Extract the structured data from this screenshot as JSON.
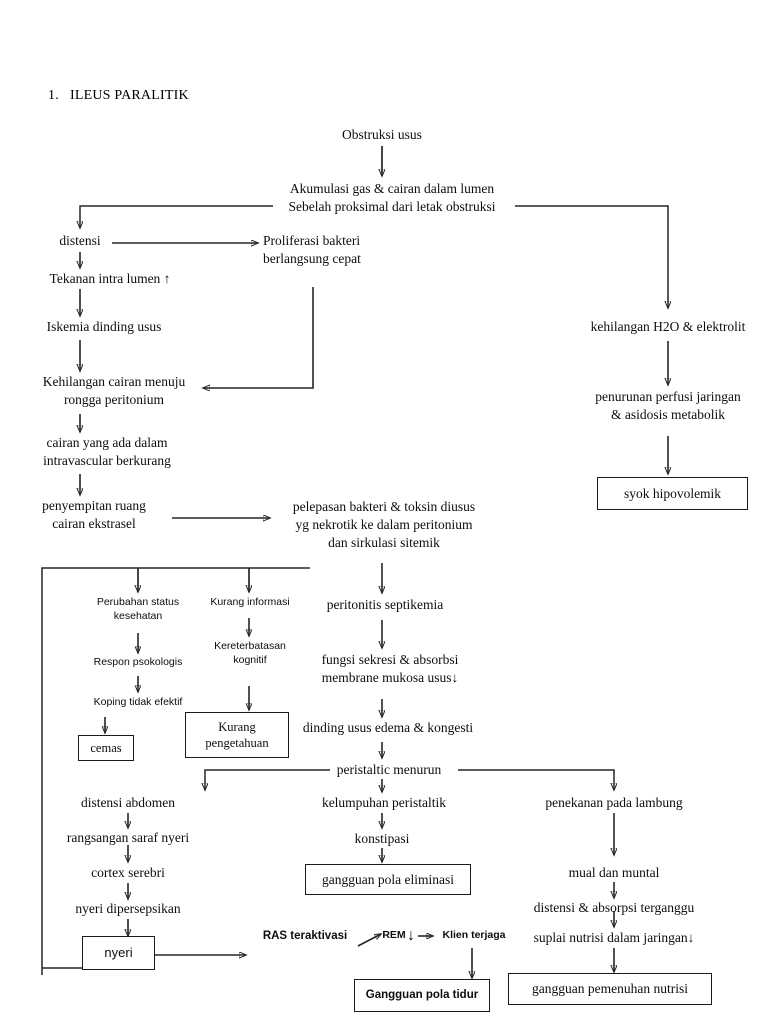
{
  "document": {
    "heading_number": "1.",
    "heading_title": "ILEUS PARALITIK"
  },
  "diagram": {
    "type": "flowchart",
    "title": "ILEUS PARALITIK",
    "nodes": {
      "obstruksi_usus": "Obstruksi usus",
      "akumulasi_gas": "Akumulasi gas & cairan dalam lumen\nSebelah proksimal dari letak obstruksi",
      "distensi": "distensi",
      "proliferasi_bakteri": "Proliferasi bakteri\nberlangsung cepat",
      "tekanan_intra_lumen": "Tekanan intra lumen ↑",
      "iskemia_dinding_usus": "Iskemia dinding usus",
      "kehilangan_cairan": "Kehilangan cairan menuju\nrongga peritonium",
      "cairan_intravascular": "cairan yang ada dalam\nintravascular berkurang",
      "penyempitan_ruang": "penyempitan ruang\ncairan ekstrasel",
      "kehilangan_h2o": "kehilangan H2O & elektrolit",
      "penurunan_perfusi": "penurunan perfusi jaringan\n& asidosis metabolik",
      "syok_hipovolemik": "syok hipovolemik",
      "pelepasan_bakteri": "pelepasan bakteri & toksin diusus\nyg nekrotik ke dalam peritonium\ndan sirkulasi sitemik",
      "peritonitis_septikemia": "peritonitis septikemia",
      "fungsi_sekresi": "fungsi sekresi & absorbsi\nmembrane mukosa usus↓",
      "dinding_usus_edema": "dinding usus edema & kongesti",
      "peristaltic_menurun": "peristaltic menurun",
      "perubahan_status": "Perubahan status\nkesehatan",
      "respon_psokologis": "Respon psokologis",
      "koping_tidak_efektif": "Koping tidak efektif",
      "cemas": "cemas",
      "kurang_informasi": "Kurang informasi",
      "kereterbatasan_kognitif": "Kereterbatasan\nkognitif",
      "kurang_pengetahuan": "Kurang\npengetahuan",
      "distensi_abdomen": "distensi abdomen",
      "rangsangan_saraf_nyeri": "rangsangan saraf nyeri",
      "cortex_serebri": "cortex serebri",
      "nyeri_dipersepsikan": "nyeri dipersepsikan",
      "nyeri": "nyeri",
      "ras_teraktivasi": "RAS teraktivasi",
      "rem": "REM",
      "rem_arrow": "↓",
      "klien_terjaga": "Klien terjaga",
      "gangguan_pola_tidur": "Gangguan pola tidur",
      "kelumpuhan_peristaltik": "kelumpuhan peristaltik",
      "konstipasi": "konstipasi",
      "gangguan_pola_eliminasi": "gangguan pola eliminasi",
      "penekanan_pada_lambung": "penekanan pada lambung",
      "mual_dan_muntal": "mual dan muntal",
      "distensi_absorpsi": "distensi & absorpsi terganggu",
      "suplai_nutrisi": "suplai nutrisi dalam jaringan↓",
      "gangguan_pemenuhan_nutrisi": "gangguan pemenuhan nutrisi"
    },
    "colors": {
      "text": "#0d0d0d",
      "stroke": "#262626",
      "background": "#ffffff"
    }
  }
}
